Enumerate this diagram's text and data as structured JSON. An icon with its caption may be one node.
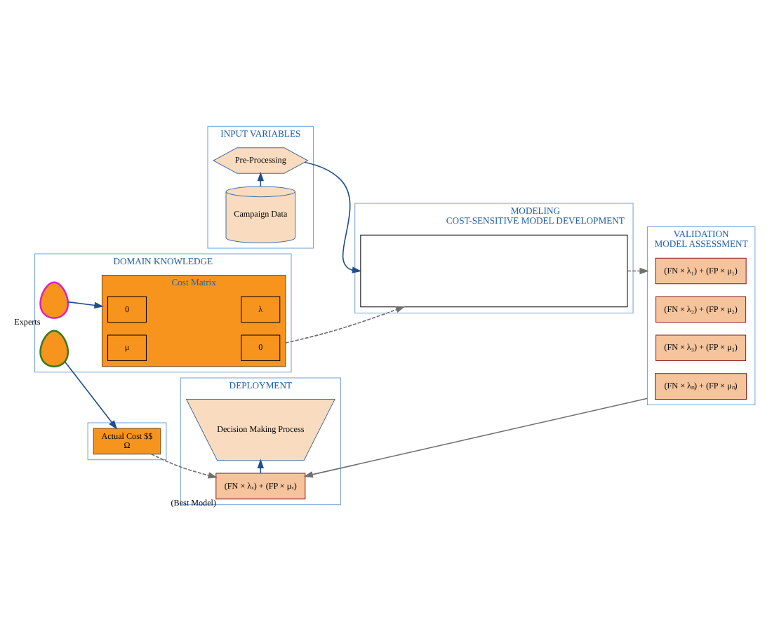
{
  "diagram": {
    "nodes": [
      {
        "text": [
          "INPUT VARIABLES"
        ]
      },
      {
        "text": [
          "Campaign Data"
        ],
        "in": 0
      },
      {
        "text": [
          "Pre-Processing"
        ],
        "in": 0
      },
      {
        "text": [
          "MODELING",
          "COST-SENSITIVE MODEL DEVELOPMENT"
        ]
      },
      {
        "text": [],
        "shape": "box",
        "in": 3
      },
      {
        "text": [
          "VALIDATION",
          "MODEL ASSESSMENT"
        ]
      },
      {
        "text": [
          "(FN × λ₁) + (FP × μ₁)"
        ],
        "in": 5
      },
      {
        "text": [
          "(FN × λ₂) + (FP × μ₂)"
        ],
        "in": 5
      },
      {
        "text": [
          "(FN × λ₃) + (FP × μ₃)"
        ],
        "in": 5
      },
      {
        "text": [
          "(FN × λₙ) + (FP × μₙ)"
        ],
        "in": 5
      },
      {
        "text": [
          "DOMAIN KNOWLEDGE"
        ]
      },
      {
        "text": [
          "Cost Matrix"
        ],
        "in": 10
      },
      {
        "text": [
          "0"
        ],
        "in": 11
      },
      {
        "text": [
          "λ"
        ],
        "in": 11
      },
      {
        "text": [
          "μ"
        ],
        "in": 11
      },
      {
        "text": [
          "0"
        ],
        "in": 11
      },
      {
        "text": [],
        "shape": "person",
        "in": 10,
        "beside": [
          "Experts"
        ]
      },
      {
        "text": [],
        "shape": "person",
        "in": 10
      },
      {
        "text": [],
        "shape": "box"
      },
      {
        "text": [
          "Actual Cost $$",
          "Ω"
        ],
        "in": 18
      },
      {
        "text": [
          "DEPLOYMENT"
        ]
      },
      {
        "text": [
          "(FN × λₓ) + (FP × μₓ)"
        ],
        "in": 20,
        "beside": [
          "(Best Model)"
        ]
      },
      {
        "text": [
          "Decision Making Process"
        ],
        "in": 20
      }
    ],
    "edges": [
      {
        "from": 1,
        "to": 2,
        "arrow": "to"
      },
      {
        "from": 2,
        "to": 4,
        "arrow": "to"
      },
      {
        "from": 4,
        "to": 5,
        "arrow": "to",
        "style": "dashed",
        "color": "#707070"
      },
      {
        "from": 11,
        "to": 4,
        "arrow": "to",
        "style": "dashed",
        "color": "#707070"
      },
      {
        "from": 16,
        "to": 11,
        "arrow": "to"
      },
      {
        "from": 17,
        "to": 19,
        "arrow": "to"
      },
      {
        "from": 19,
        "to": 21,
        "arrow": "to",
        "style": "dashed",
        "color": "#707070"
      },
      {
        "from": 5,
        "to": 21,
        "arrow": "to",
        "color": "#707070"
      },
      {
        "from": 21,
        "to": 22,
        "arrow": "to"
      }
    ]
  }
}
